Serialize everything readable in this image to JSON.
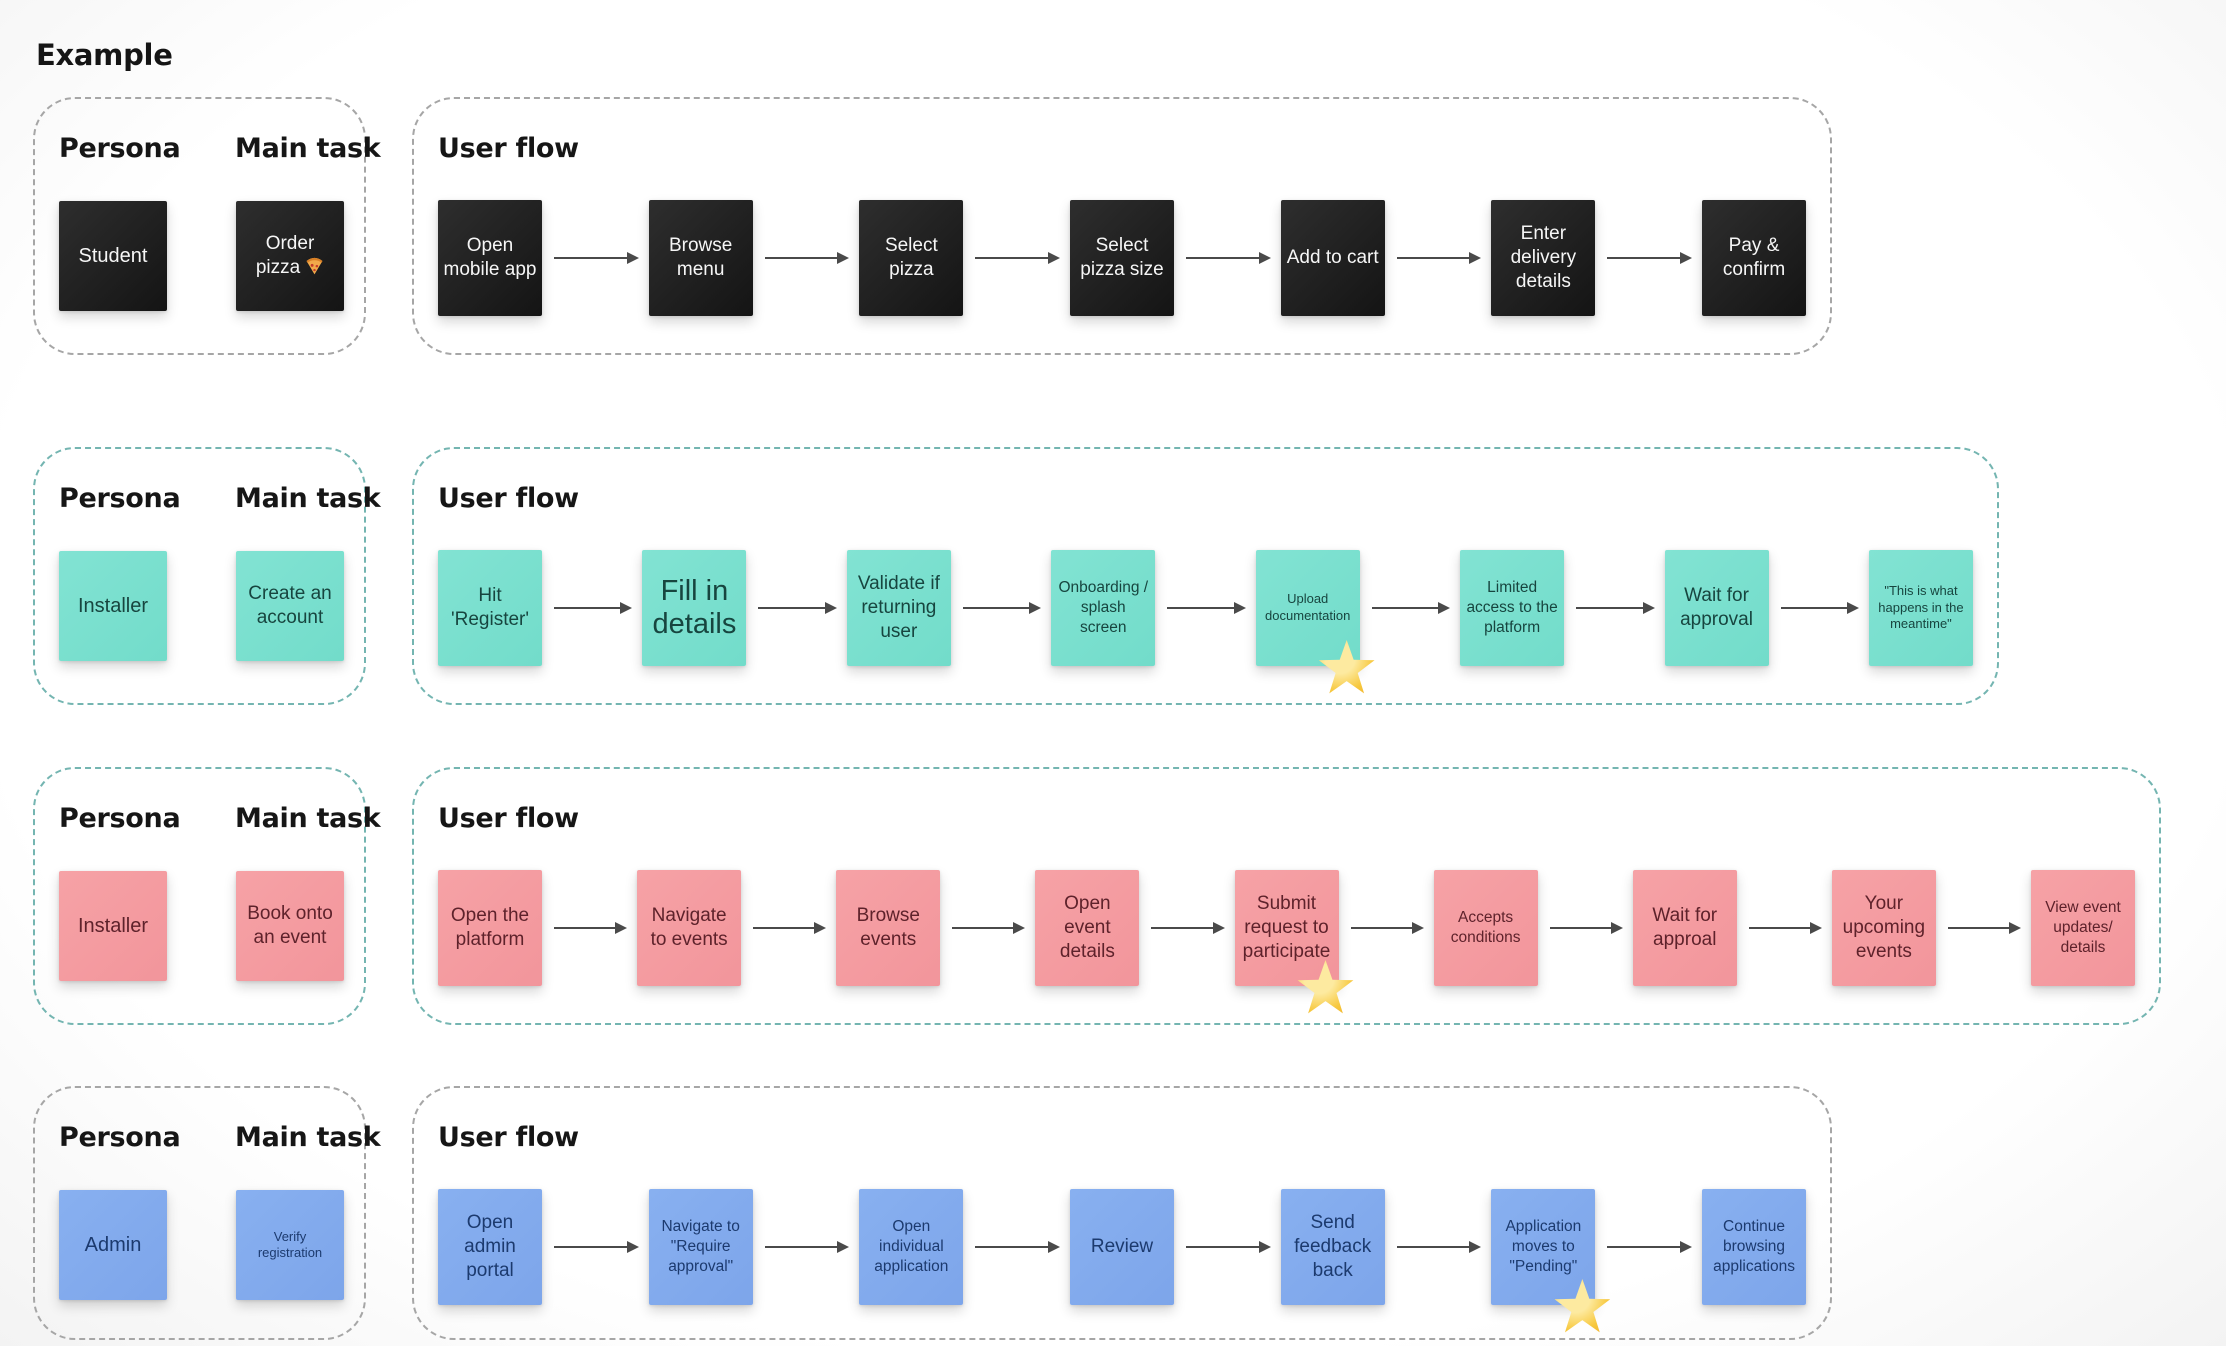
{
  "title": "Example",
  "labels": {
    "persona": "Persona",
    "main_task": "Main task",
    "user_flow": "User flow"
  },
  "colors": {
    "arrow": "#4a4a4a",
    "star": "#f7c83e",
    "canvas": "#ffffff",
    "heading_text": "#161616"
  },
  "rows": [
    {
      "persona": "Student",
      "main_task": "Order pizza",
      "main_task_icon": "pizza-icon",
      "theme": {
        "sticky_bg": "#2e2e2e",
        "sticky_bg2": "#141414",
        "sticky_text": "#f6f6f6",
        "frame_border": "#a6a6a6"
      },
      "steps": [
        {
          "label": "Open mobile app"
        },
        {
          "label": "Browse menu"
        },
        {
          "label": "Select pizza"
        },
        {
          "label": "Select pizza size"
        },
        {
          "label": "Add to cart"
        },
        {
          "label": "Enter delivery details"
        },
        {
          "label": "Pay & confirm"
        }
      ]
    },
    {
      "persona": "Installer",
      "main_task": "Create an account",
      "theme": {
        "sticky_bg": "#82e3d3",
        "sticky_bg2": "#72dcca",
        "sticky_text": "#17453f",
        "frame_border": "#74b5b1"
      },
      "steps": [
        {
          "label": "Hit 'Register'"
        },
        {
          "label": "Fill in details",
          "size": "lg"
        },
        {
          "label": "Validate if returning user"
        },
        {
          "label": "Onboarding / splash screen",
          "size": "sm"
        },
        {
          "label": "Upload documentation",
          "size": "xs",
          "starred": true
        },
        {
          "label": "Limited access to the platform",
          "size": "sm"
        },
        {
          "label": "Wait for approval"
        },
        {
          "label": "\"This is what happens in the meantime\"",
          "size": "xs"
        }
      ]
    },
    {
      "persona": "Installer",
      "main_task": "Book onto an event",
      "theme": {
        "sticky_bg": "#f6a2a6",
        "sticky_bg2": "#f2959b",
        "sticky_text": "#5e222b",
        "frame_border": "#74b5b1"
      },
      "steps": [
        {
          "label": "Open the platform"
        },
        {
          "label": "Navigate to events"
        },
        {
          "label": "Browse events"
        },
        {
          "label": "Open event details"
        },
        {
          "label": "Submit request to participate",
          "starred": true
        },
        {
          "label": "Accepts conditions",
          "size": "sm"
        },
        {
          "label": "Wait for approal"
        },
        {
          "label": "Your upcoming events"
        },
        {
          "label": "View event updates/ details",
          "size": "sm"
        }
      ]
    },
    {
      "persona": "Admin",
      "main_task": "Verify registration",
      "main_task_size": "xs",
      "theme": {
        "sticky_bg": "#88b0f0",
        "sticky_bg2": "#7da5ea",
        "sticky_text": "#1c3a6e",
        "frame_border": "#a6a6a6"
      },
      "steps": [
        {
          "label": "Open admin portal"
        },
        {
          "label": "Navigate to \"Require approval\"",
          "size": "sm"
        },
        {
          "label": "Open individual application",
          "size": "sm"
        },
        {
          "label": "Review"
        },
        {
          "label": "Send feedback back"
        },
        {
          "label": "Application moves to \"Pending\"",
          "size": "sm",
          "starred": true
        },
        {
          "label": "Continue browsing applications",
          "size": "sm"
        }
      ]
    }
  ]
}
